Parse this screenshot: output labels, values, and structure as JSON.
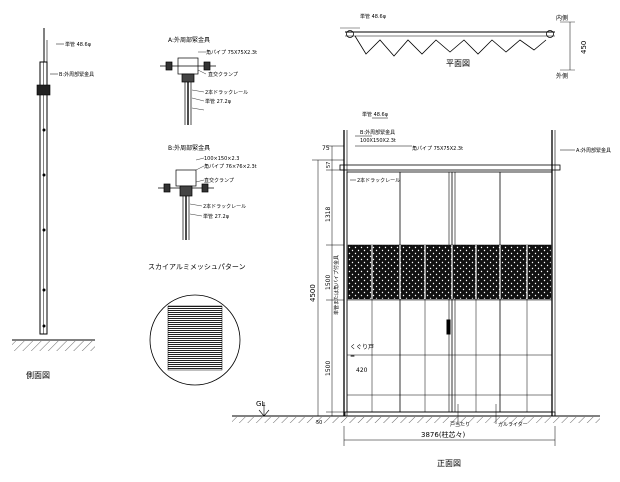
{
  "side_view": {
    "pole_label": "単管 48.6φ",
    "b_label": "B:外周部緊金具",
    "title": "側面図"
  },
  "detail_a": {
    "title": "A:外周部緊金具",
    "l1": "角パイプ 75X75X2.3t",
    "l2": "直交クランプ",
    "l3": "2本ドラックレール",
    "l4": "単管 27.2φ"
  },
  "detail_b": {
    "title": "B:外周部緊金具",
    "l1": "100×150×2.3",
    "l2": "角パイプ 76×76×2.3t",
    "l3": "直交クランプ",
    "l4": "2本ドラックレール",
    "l5": "単管 27.2φ"
  },
  "mesh": {
    "title": "スカイアルミメッシュパターン"
  },
  "plan": {
    "pole_label": "単管 48.6φ",
    "inside": "内側",
    "outside": "外側",
    "depth": "450",
    "title": "平面図"
  },
  "front": {
    "pole_label": "単管 48.6φ",
    "b_label": "B:外周部緊金具",
    "b_sub": "100X150X2.3t",
    "pipe_label": "角パイプ 75X75X2.3t",
    "a_label": "A:外周部緊金具",
    "rail_label": "2本ドラックレール",
    "side_label": "単管または角パイプ付金具",
    "door_label": "くぐり戸",
    "door_width": "420",
    "stopper_label": "戸当たり",
    "wheel_label": "ガルライダー",
    "gl": "GL",
    "total_height": "4500",
    "h_top": "75",
    "h_a": "57",
    "h_b": "1318",
    "h_c": "1500",
    "h_d": "1500",
    "h_e": "50",
    "width": "3876(柱芯々)",
    "title": "正面図"
  }
}
